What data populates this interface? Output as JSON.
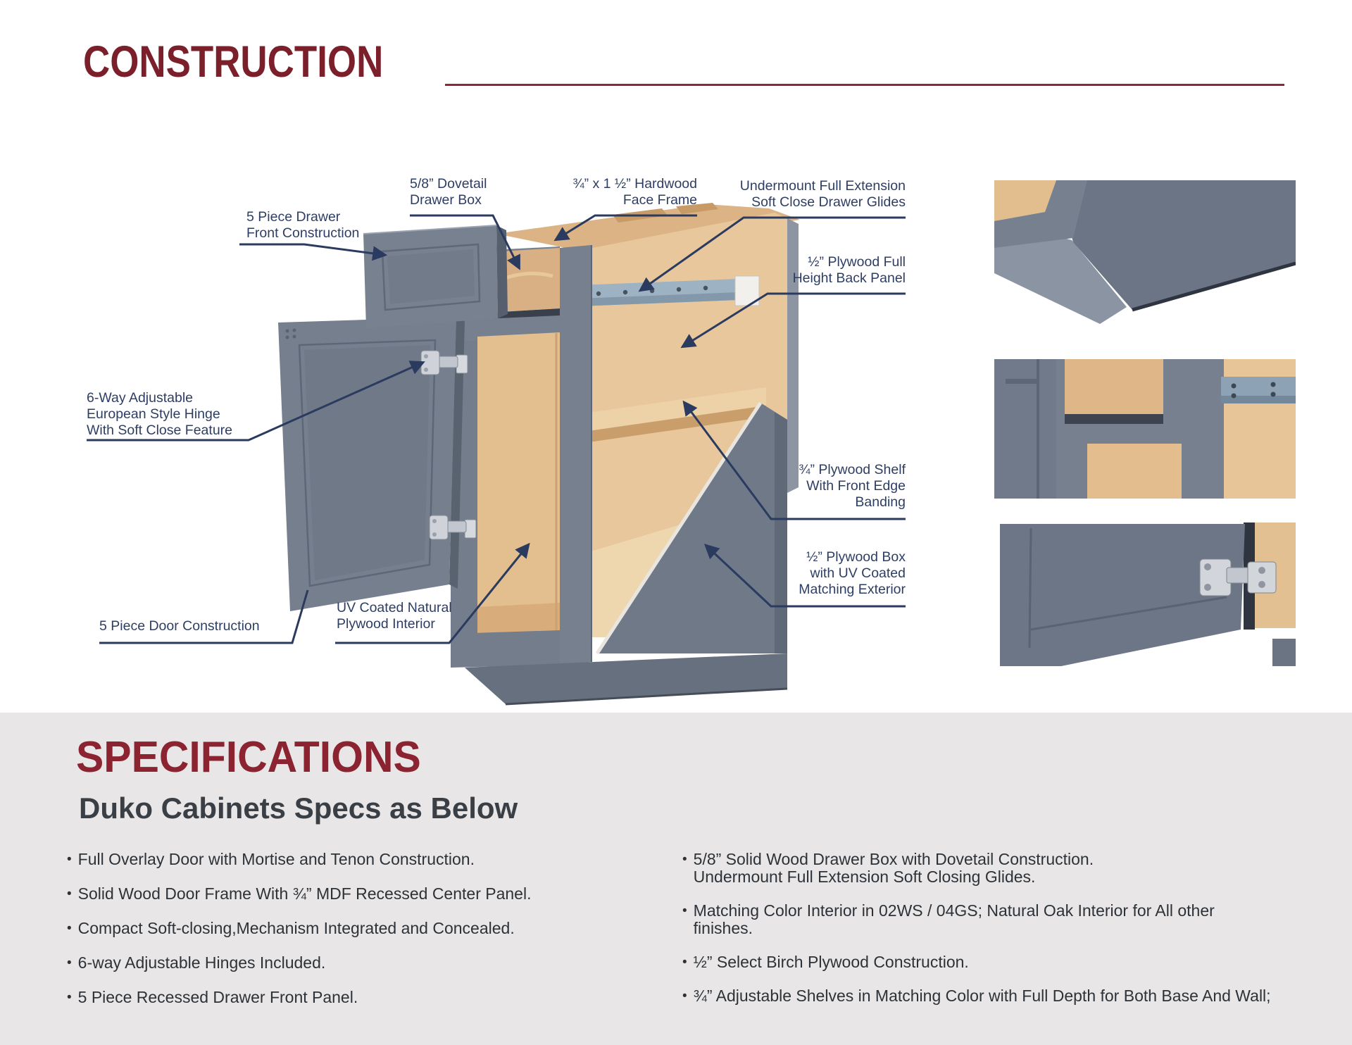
{
  "header": {
    "title": "CONSTRUCTION"
  },
  "palette": {
    "heading_maroon": "#7b1f2b",
    "specs_maroon": "#8b2331",
    "rule_maroon": "#8c2936",
    "label_navy": "#2e3e63",
    "callout_line_navy": "#2b3a5f",
    "cabinet_gray": "#77808f",
    "cabinet_gray_dark": "#5d6676",
    "wood": "#e0b988",
    "wood_light": "#ecd3ab",
    "glide_metal": "#9db2c2",
    "specs_background": "#e8e6e7",
    "body_text": "#2d3237"
  },
  "diagram": {
    "labels": {
      "drawer_front": {
        "lines": [
          "5 Piece Drawer",
          "Front Construction"
        ]
      },
      "dovetail": {
        "lines": [
          "5/8” Dovetail",
          "Drawer Box"
        ]
      },
      "face_frame": {
        "lines": [
          "¾” x 1 ½” Hardwood",
          "Face Frame"
        ]
      },
      "glides": {
        "lines": [
          "Undermount Full Extension",
          "Soft Close Drawer Glides"
        ]
      },
      "back_panel": {
        "lines": [
          "½” Plywood Full",
          "Height Back Panel"
        ]
      },
      "hinge": {
        "lines": [
          "6-Way Adjustable",
          "European Style Hinge",
          "With Soft Close Feature"
        ]
      },
      "shelf": {
        "lines": [
          "¾” Plywood Shelf",
          "With Front Edge",
          "Banding"
        ]
      },
      "box": {
        "lines": [
          "½” Plywood Box",
          "with UV Coated",
          "Matching Exterior"
        ]
      },
      "door": {
        "lines": [
          "5 Piece Door Construction"
        ]
      },
      "uv": {
        "lines": [
          "UV Coated Natural",
          "Plywood Interior"
        ]
      }
    },
    "photos": [
      "cabinet-corner-detail",
      "drawer-glide-detail",
      "door-hinge-detail"
    ]
  },
  "specs": {
    "title": "SPECIFICATIONS",
    "subtitle": "Duko Cabinets  Specs as Below",
    "bullet": "•",
    "left": [
      [
        "Full Overlay Door with Mortise and Tenon Construction."
      ],
      [
        "Solid Wood Door Frame With ¾” MDF Recessed Center Panel."
      ],
      [
        "Compact Soft-closing,Mechanism Integrated and Concealed."
      ],
      [
        "6-way Adjustable Hinges Included."
      ],
      [
        "5 Piece Recessed Drawer Front Panel."
      ]
    ],
    "right": [
      [
        "5/8” Solid Wood Drawer Box with Dovetail Construction.",
        "Undermount Full Extension Soft Closing Glides."
      ],
      [
        "Matching Color Interior in 02WS / 04GS; Natural Oak Interior for All other",
        "finishes."
      ],
      [
        "½” Select Birch Plywood Construction."
      ],
      [
        "¾” Adjustable Shelves in Matching Color with Full Depth for Both Base And Wall;"
      ]
    ]
  }
}
